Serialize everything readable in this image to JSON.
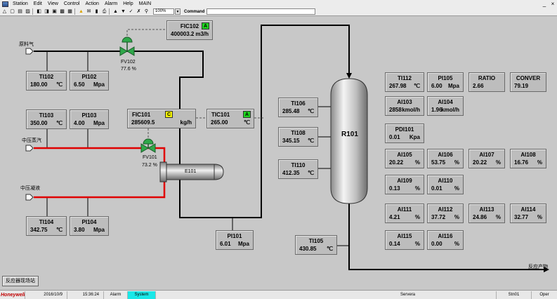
{
  "menubar": {
    "items": [
      "Station",
      "Edit",
      "View",
      "Control",
      "Action",
      "Alarm",
      "Help",
      "MAIN"
    ],
    "window_controls": [
      "_",
      "×"
    ]
  },
  "toolbar": {
    "zoom": "100%",
    "command_label": "Command",
    "command_value": ""
  },
  "faceplates": {
    "fic102": {
      "tag": "FIC102",
      "value": "400003.2",
      "unit": "m3/h",
      "mode": "A"
    },
    "fic101": {
      "tag": "FIC101",
      "value": "285609.5",
      "unit": "kg/h",
      "mode": "C"
    },
    "tic101": {
      "tag": "TIC101",
      "value": "265.00",
      "unit": "℃",
      "mode": "A"
    },
    "ti102": {
      "tag": "TI102",
      "value": "180.00",
      "unit": "℃"
    },
    "pi102": {
      "tag": "PI102",
      "value": "6.50",
      "unit": "Mpa"
    },
    "ti103": {
      "tag": "TI103",
      "value": "350.00",
      "unit": "℃"
    },
    "pi103": {
      "tag": "PI103",
      "value": "4.00",
      "unit": "Mpa"
    },
    "ti104": {
      "tag": "TI104",
      "value": "342.75",
      "unit": "℃"
    },
    "pi104": {
      "tag": "PI104",
      "value": "3.80",
      "unit": "Mpa"
    },
    "pi101": {
      "tag": "PI101",
      "value": "6.01",
      "unit": "Mpa"
    },
    "ti106": {
      "tag": "TI106",
      "value": "285.48",
      "unit": "℃"
    },
    "ti108": {
      "tag": "TI108",
      "value": "345.15",
      "unit": "℃"
    },
    "ti110": {
      "tag": "TI110",
      "value": "412.35",
      "unit": "℃"
    },
    "ti105": {
      "tag": "TI105",
      "value": "430.85",
      "unit": "℃"
    },
    "ti112": {
      "tag": "TI112",
      "value": "267.98",
      "unit": "℃"
    },
    "pi105": {
      "tag": "PI105",
      "value": "6.00",
      "unit": "Mpa"
    },
    "ratio": {
      "tag": "RATIO",
      "value": "2.66",
      "unit": ""
    },
    "conver": {
      "tag": "CONVER",
      "value": "79.19",
      "unit": ""
    },
    "ai103": {
      "tag": "AI103",
      "value": "2858",
      "unit": "kmol/h"
    },
    "ai104": {
      "tag": "AI104",
      "value": "1.96",
      "unit": "kmol/h"
    },
    "pdi101": {
      "tag": "PDI101",
      "value": "0.01",
      "unit": "Kpa"
    },
    "ai105": {
      "tag": "AI105",
      "value": "20.22",
      "unit": "%"
    },
    "ai106": {
      "tag": "AI106",
      "value": "53.75",
      "unit": "%"
    },
    "ai107": {
      "tag": "AI107",
      "value": "20.22",
      "unit": "%"
    },
    "ai108": {
      "tag": "AI108",
      "value": "16.76",
      "unit": "%"
    },
    "ai109": {
      "tag": "AI109",
      "value": "0.13",
      "unit": "%"
    },
    "ai110": {
      "tag": "AI110",
      "value": "0.01",
      "unit": "%"
    },
    "ai111": {
      "tag": "AI111",
      "value": "4.21",
      "unit": "%"
    },
    "ai112": {
      "tag": "AI112",
      "value": "37.72",
      "unit": "%"
    },
    "ai113": {
      "tag": "AI113",
      "value": "24.86",
      "unit": "%"
    },
    "ai114": {
      "tag": "AI114",
      "value": "32.77",
      "unit": "%"
    },
    "ai115": {
      "tag": "AI115",
      "value": "0.14",
      "unit": "%"
    },
    "ai116": {
      "tag": "AI116",
      "value": "0.00",
      "unit": "%"
    }
  },
  "valves": {
    "fv102": {
      "tag": "FV102",
      "opening": "77.6 %"
    },
    "fv101": {
      "tag": "FV101",
      "opening": "73.2 %"
    }
  },
  "streams": {
    "feed_gas": "原料气",
    "mp_steam": "中压蒸汽",
    "mp_condensate": "中压凝液",
    "product": "反应产物"
  },
  "equipment": {
    "reactor": "R101",
    "exchanger": "E101"
  },
  "buttons": {
    "station": "反应器现场站"
  },
  "statusbar": {
    "brand": "Honeywell",
    "date": "2016/10/9",
    "time": "15:36:24",
    "alarm": "Alarm",
    "system": "System",
    "server": "Servera",
    "station": "Stn01",
    "mode": "Oper"
  },
  "colors": {
    "background": "#c8c8c8",
    "steam_line": "#e00000",
    "valve_green": "#2fa84a",
    "mode_auto": "#1fd41f",
    "mode_cascade": "#f0f000",
    "system_highlight": "#19e8e8"
  }
}
